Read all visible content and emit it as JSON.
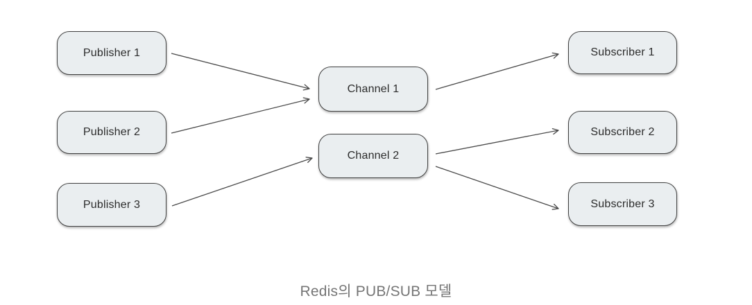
{
  "diagram": {
    "caption": "Redis의 PUB/SUB 모델",
    "nodes": [
      {
        "id": "publisher-1",
        "type": "publisher",
        "label": "Publisher 1"
      },
      {
        "id": "publisher-2",
        "type": "publisher",
        "label": "Publisher 2"
      },
      {
        "id": "publisher-3",
        "type": "publisher",
        "label": "Publisher 3"
      },
      {
        "id": "channel-1",
        "type": "channel",
        "label": "Channel 1"
      },
      {
        "id": "channel-2",
        "type": "channel",
        "label": "Channel 2"
      },
      {
        "id": "subscriber-1",
        "type": "subscriber",
        "label": "Subscriber 1"
      },
      {
        "id": "subscriber-2",
        "type": "subscriber",
        "label": "Subscriber 2"
      },
      {
        "id": "subscriber-3",
        "type": "subscriber",
        "label": "Subscriber 3"
      }
    ],
    "edges": [
      {
        "from": "publisher-1",
        "to": "channel-1"
      },
      {
        "from": "publisher-2",
        "to": "channel-1"
      },
      {
        "from": "publisher-3",
        "to": "channel-2"
      },
      {
        "from": "channel-1",
        "to": "subscriber-1"
      },
      {
        "from": "channel-2",
        "to": "subscriber-2"
      },
      {
        "from": "channel-2",
        "to": "subscriber-3"
      }
    ],
    "colors": {
      "background": "#ffffff",
      "node_fill": "#eaeef0",
      "node_border": "#404040",
      "node_text": "#2b2b2b",
      "arrow": "#4a4a4a",
      "caption_text": "#757575"
    }
  }
}
